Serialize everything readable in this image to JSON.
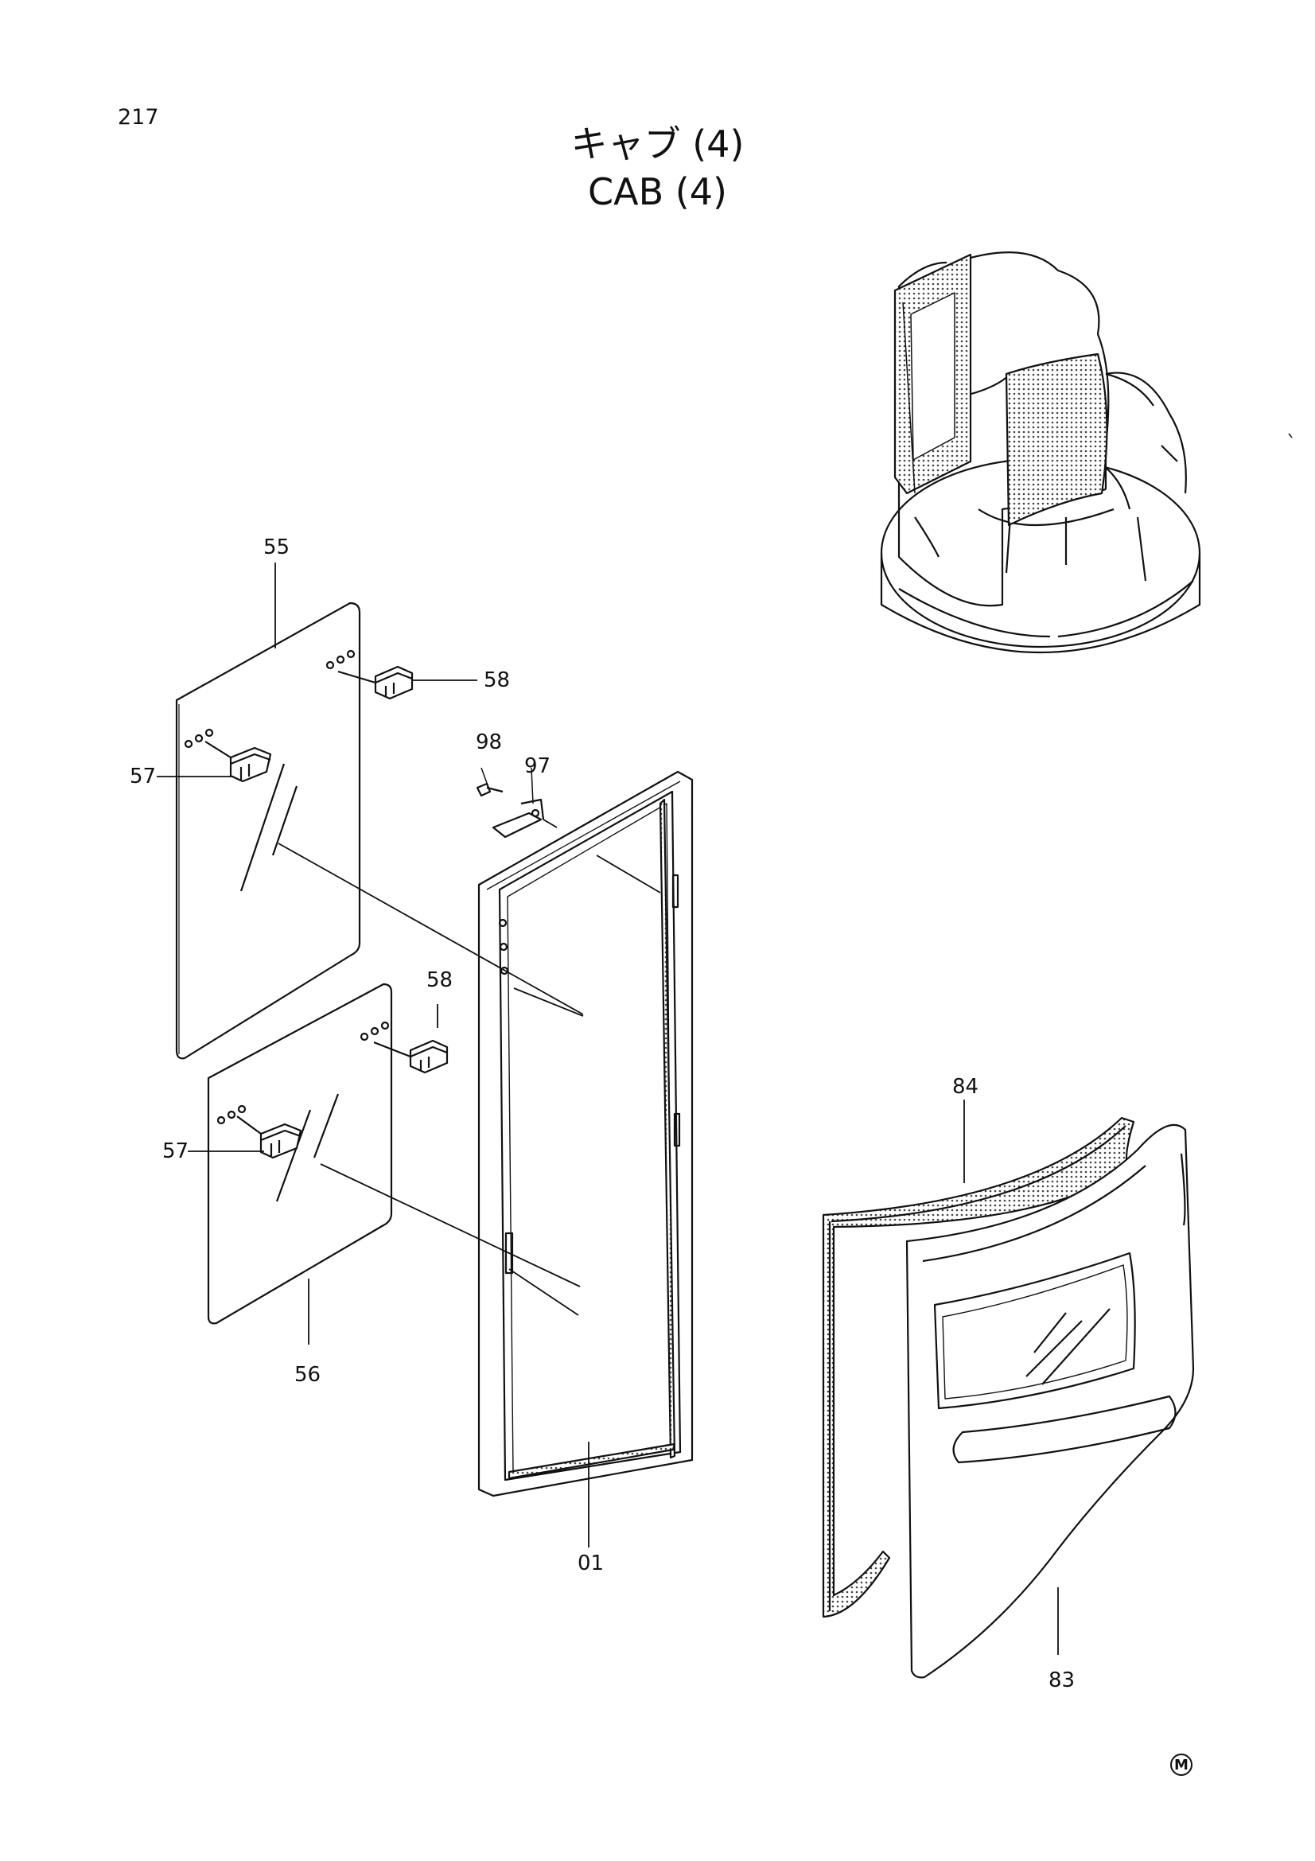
{
  "page": {
    "number": "217",
    "title_jp": "キャブ (4)",
    "title_en": "CAB (4)",
    "mark": "M"
  },
  "callouts": {
    "c55": "55",
    "c58a": "58",
    "c57a": "57",
    "c98": "98",
    "c97": "97",
    "c58b": "58",
    "c57b": "57",
    "c56": "56",
    "c01": "01",
    "c84": "84",
    "c83": "83"
  }
}
